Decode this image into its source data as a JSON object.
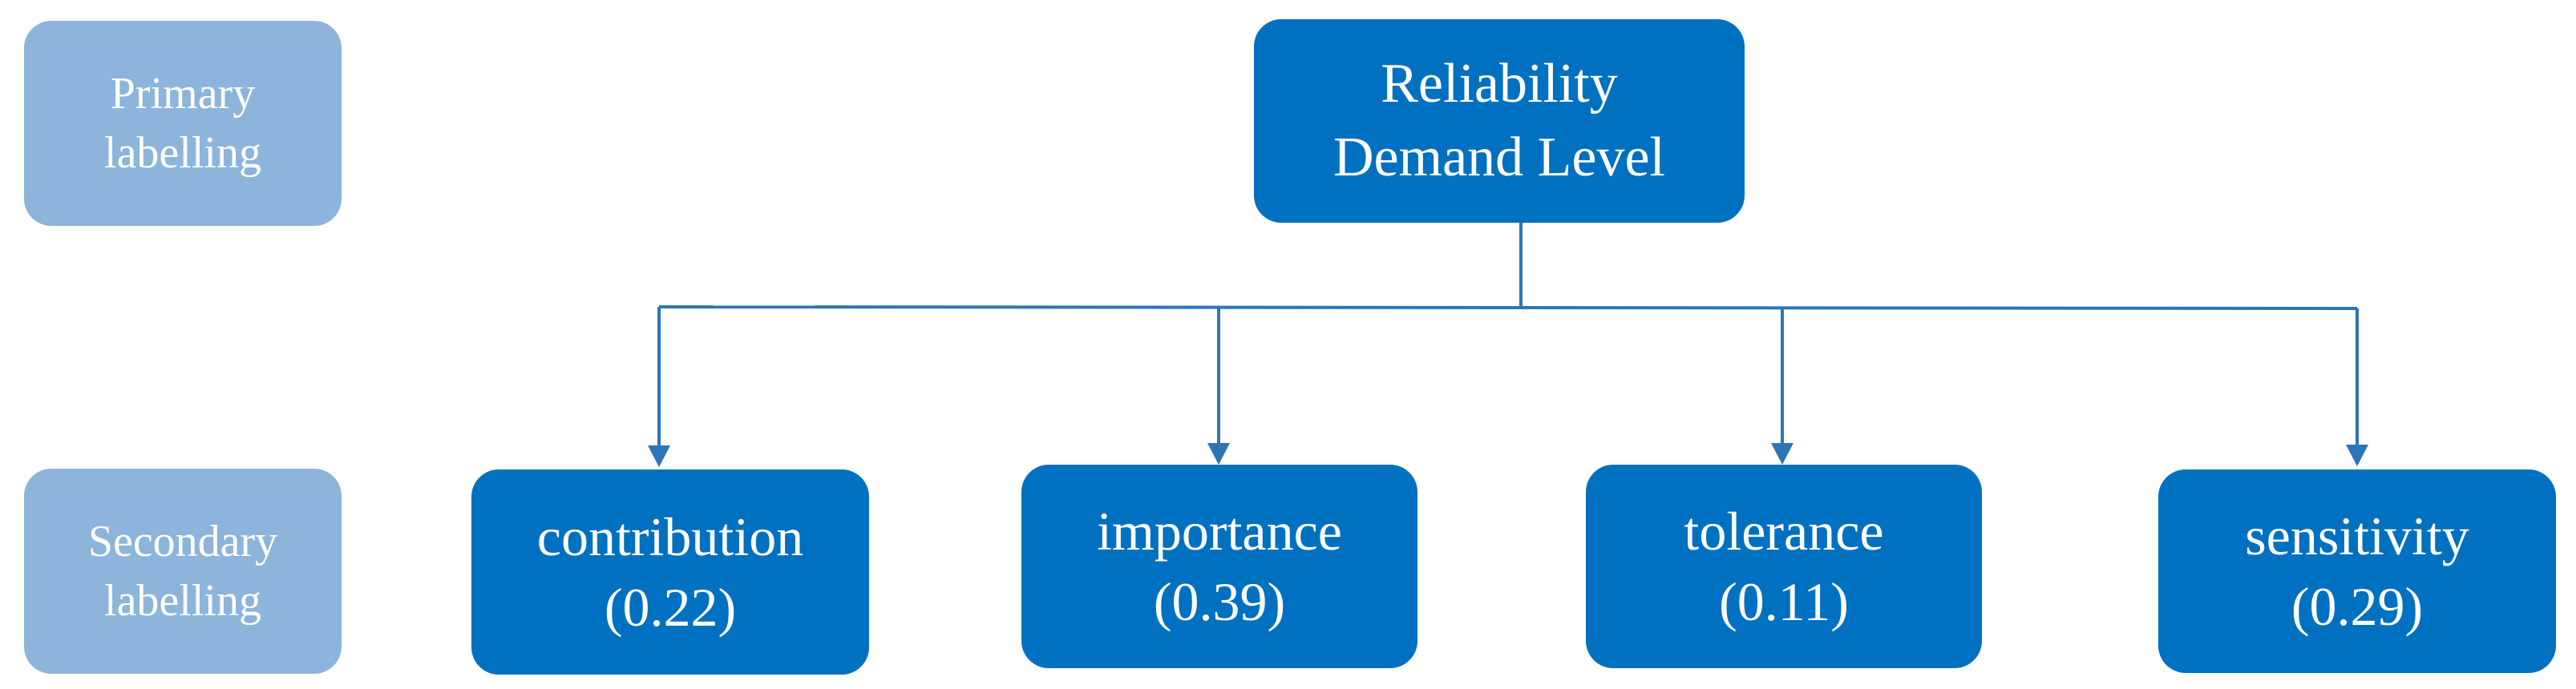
{
  "labels": {
    "primary": [
      "Primary",
      "labelling"
    ],
    "secondary": [
      "Secondary",
      "labelling"
    ]
  },
  "root": {
    "lines": [
      "Reliability",
      "Demand Level"
    ]
  },
  "children": [
    {
      "name": "contribution",
      "weight": "(0.22)"
    },
    {
      "name": "importance",
      "weight": "(0.39)"
    },
    {
      "name": "tolerance",
      "weight": "(0.11)"
    },
    {
      "name": "sensitivity",
      "weight": "(0.29)"
    }
  ],
  "colors": {
    "node_fill": "#0070c0",
    "label_fill": "#8db4da",
    "connector": "#2e75b6",
    "text": "#ffffff"
  }
}
